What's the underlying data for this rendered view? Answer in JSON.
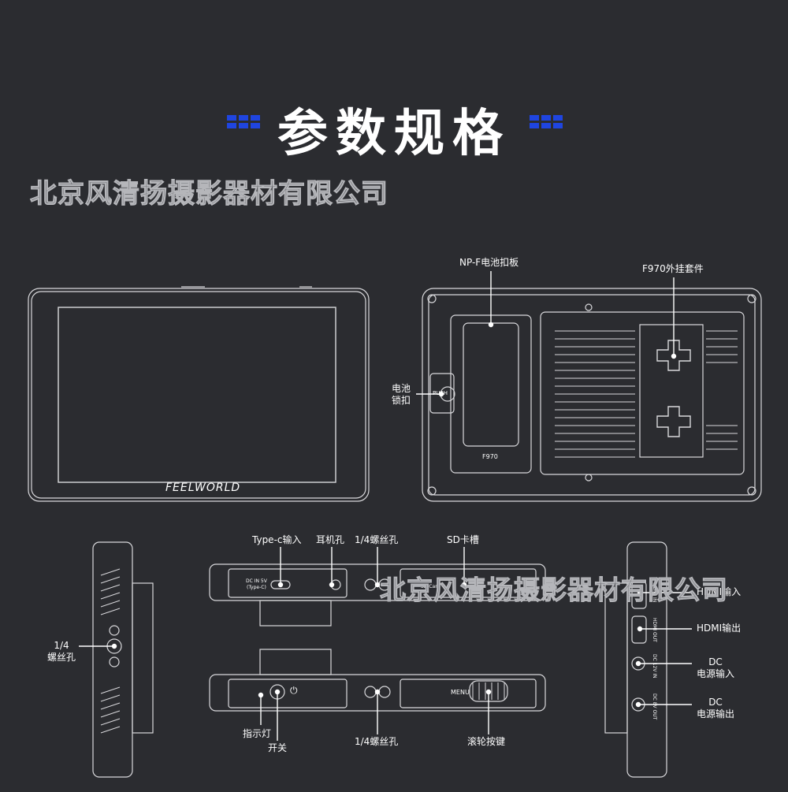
{
  "header": {
    "title": "参数规格",
    "accent_color": "#1f45e0"
  },
  "watermark": {
    "text": "北京风清扬摄影器材有限公司"
  },
  "front_view": {
    "brand": "FEELWORLD"
  },
  "back_view": {
    "battery_plate_label": "NP-F电池扣板",
    "f970_kit_label": "F970外挂套件",
    "battery_lock_line1": "电池",
    "battery_lock_line2": "锁扣",
    "push_text": "PUSH",
    "f970_text": "F970"
  },
  "top_view": {
    "typec_label": "Type-c输入",
    "earphone_label": "耳机孔",
    "screw_label": "1/4螺丝孔",
    "sd_label": "SD卡槽",
    "dc_in_line1": "DC IN 5V",
    "dc_in_line2": "(Type-C)",
    "sd_card_text": "SD Card"
  },
  "bottom_view": {
    "indicator_label": "指示灯",
    "power_label": "开关",
    "screw_label": "1/4螺丝孔",
    "wheel_label": "滚轮按键",
    "menu_text": "MENU"
  },
  "left_view": {
    "screw_line1": "1/4",
    "screw_line2": "螺丝孔"
  },
  "right_view": {
    "hdmi_in_label": "HDMI输入",
    "hdmi_out_label": "HDMI输出",
    "dc_in_line1": "DC",
    "dc_in_line2": "电源输入",
    "dc_out_line1": "DC",
    "dc_out_line2": "电源输出",
    "port_hdmi_in": "HDMI IN",
    "port_hdmi_out": "HDMI OUT",
    "port_dc_in": "DC 12V IN",
    "port_dc_out": "DC 8V OUT"
  }
}
